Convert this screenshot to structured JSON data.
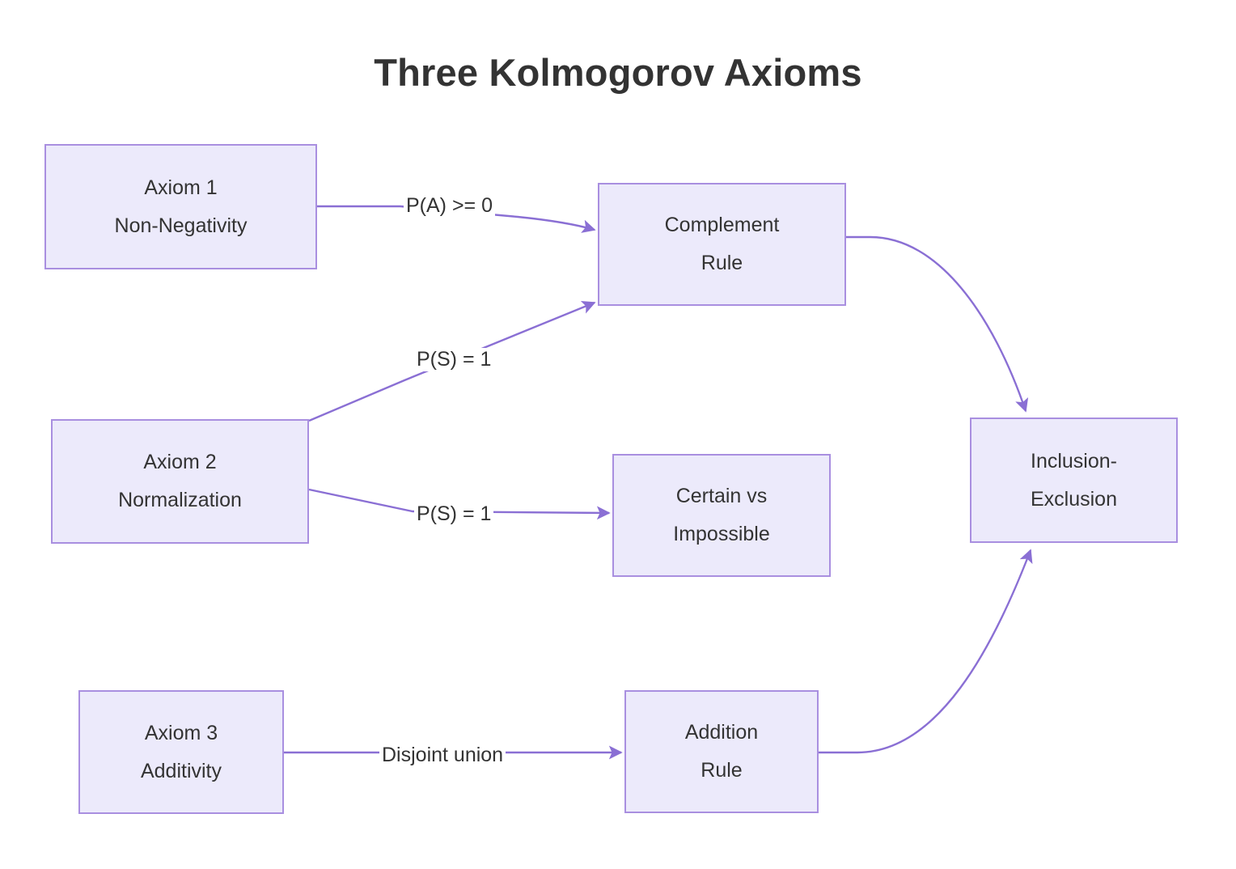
{
  "title": "Three Kolmogorov Axioms",
  "theme": {
    "background": "#ffffff",
    "node_fill": "#ECEAFB",
    "node_border": "#A98FE0",
    "edge_color": "#8A6FD4",
    "text_color": "#333333",
    "title_color": "#333333"
  },
  "nodes": [
    {
      "id": "axiom1",
      "line1": "Axiom 1",
      "line2": "Non-Negativity"
    },
    {
      "id": "axiom2",
      "line1": "Axiom 2",
      "line2": "Normalization"
    },
    {
      "id": "axiom3",
      "line1": "Axiom 3",
      "line2": "Additivity"
    },
    {
      "id": "complement",
      "line1": "Complement",
      "line2": "Rule"
    },
    {
      "id": "certain",
      "line1": "Certain vs",
      "line2": "Impossible"
    },
    {
      "id": "addition",
      "line1": "Addition",
      "line2": "Rule"
    },
    {
      "id": "inclusion",
      "line1": "Inclusion-",
      "line2": "Exclusion"
    }
  ],
  "edges": [
    {
      "id": "a1-complement",
      "from": "axiom1",
      "to": "complement",
      "label": "P(A) >= 0"
    },
    {
      "id": "a2-complement",
      "from": "axiom2",
      "to": "complement",
      "label": "P(S) = 1"
    },
    {
      "id": "a2-certain",
      "from": "axiom2",
      "to": "certain",
      "label": "P(S) = 1"
    },
    {
      "id": "a3-addition",
      "from": "axiom3",
      "to": "addition",
      "label": "Disjoint union"
    },
    {
      "id": "complement-inclusion",
      "from": "complement",
      "to": "inclusion",
      "label": ""
    },
    {
      "id": "addition-inclusion",
      "from": "addition",
      "to": "inclusion",
      "label": ""
    }
  ]
}
